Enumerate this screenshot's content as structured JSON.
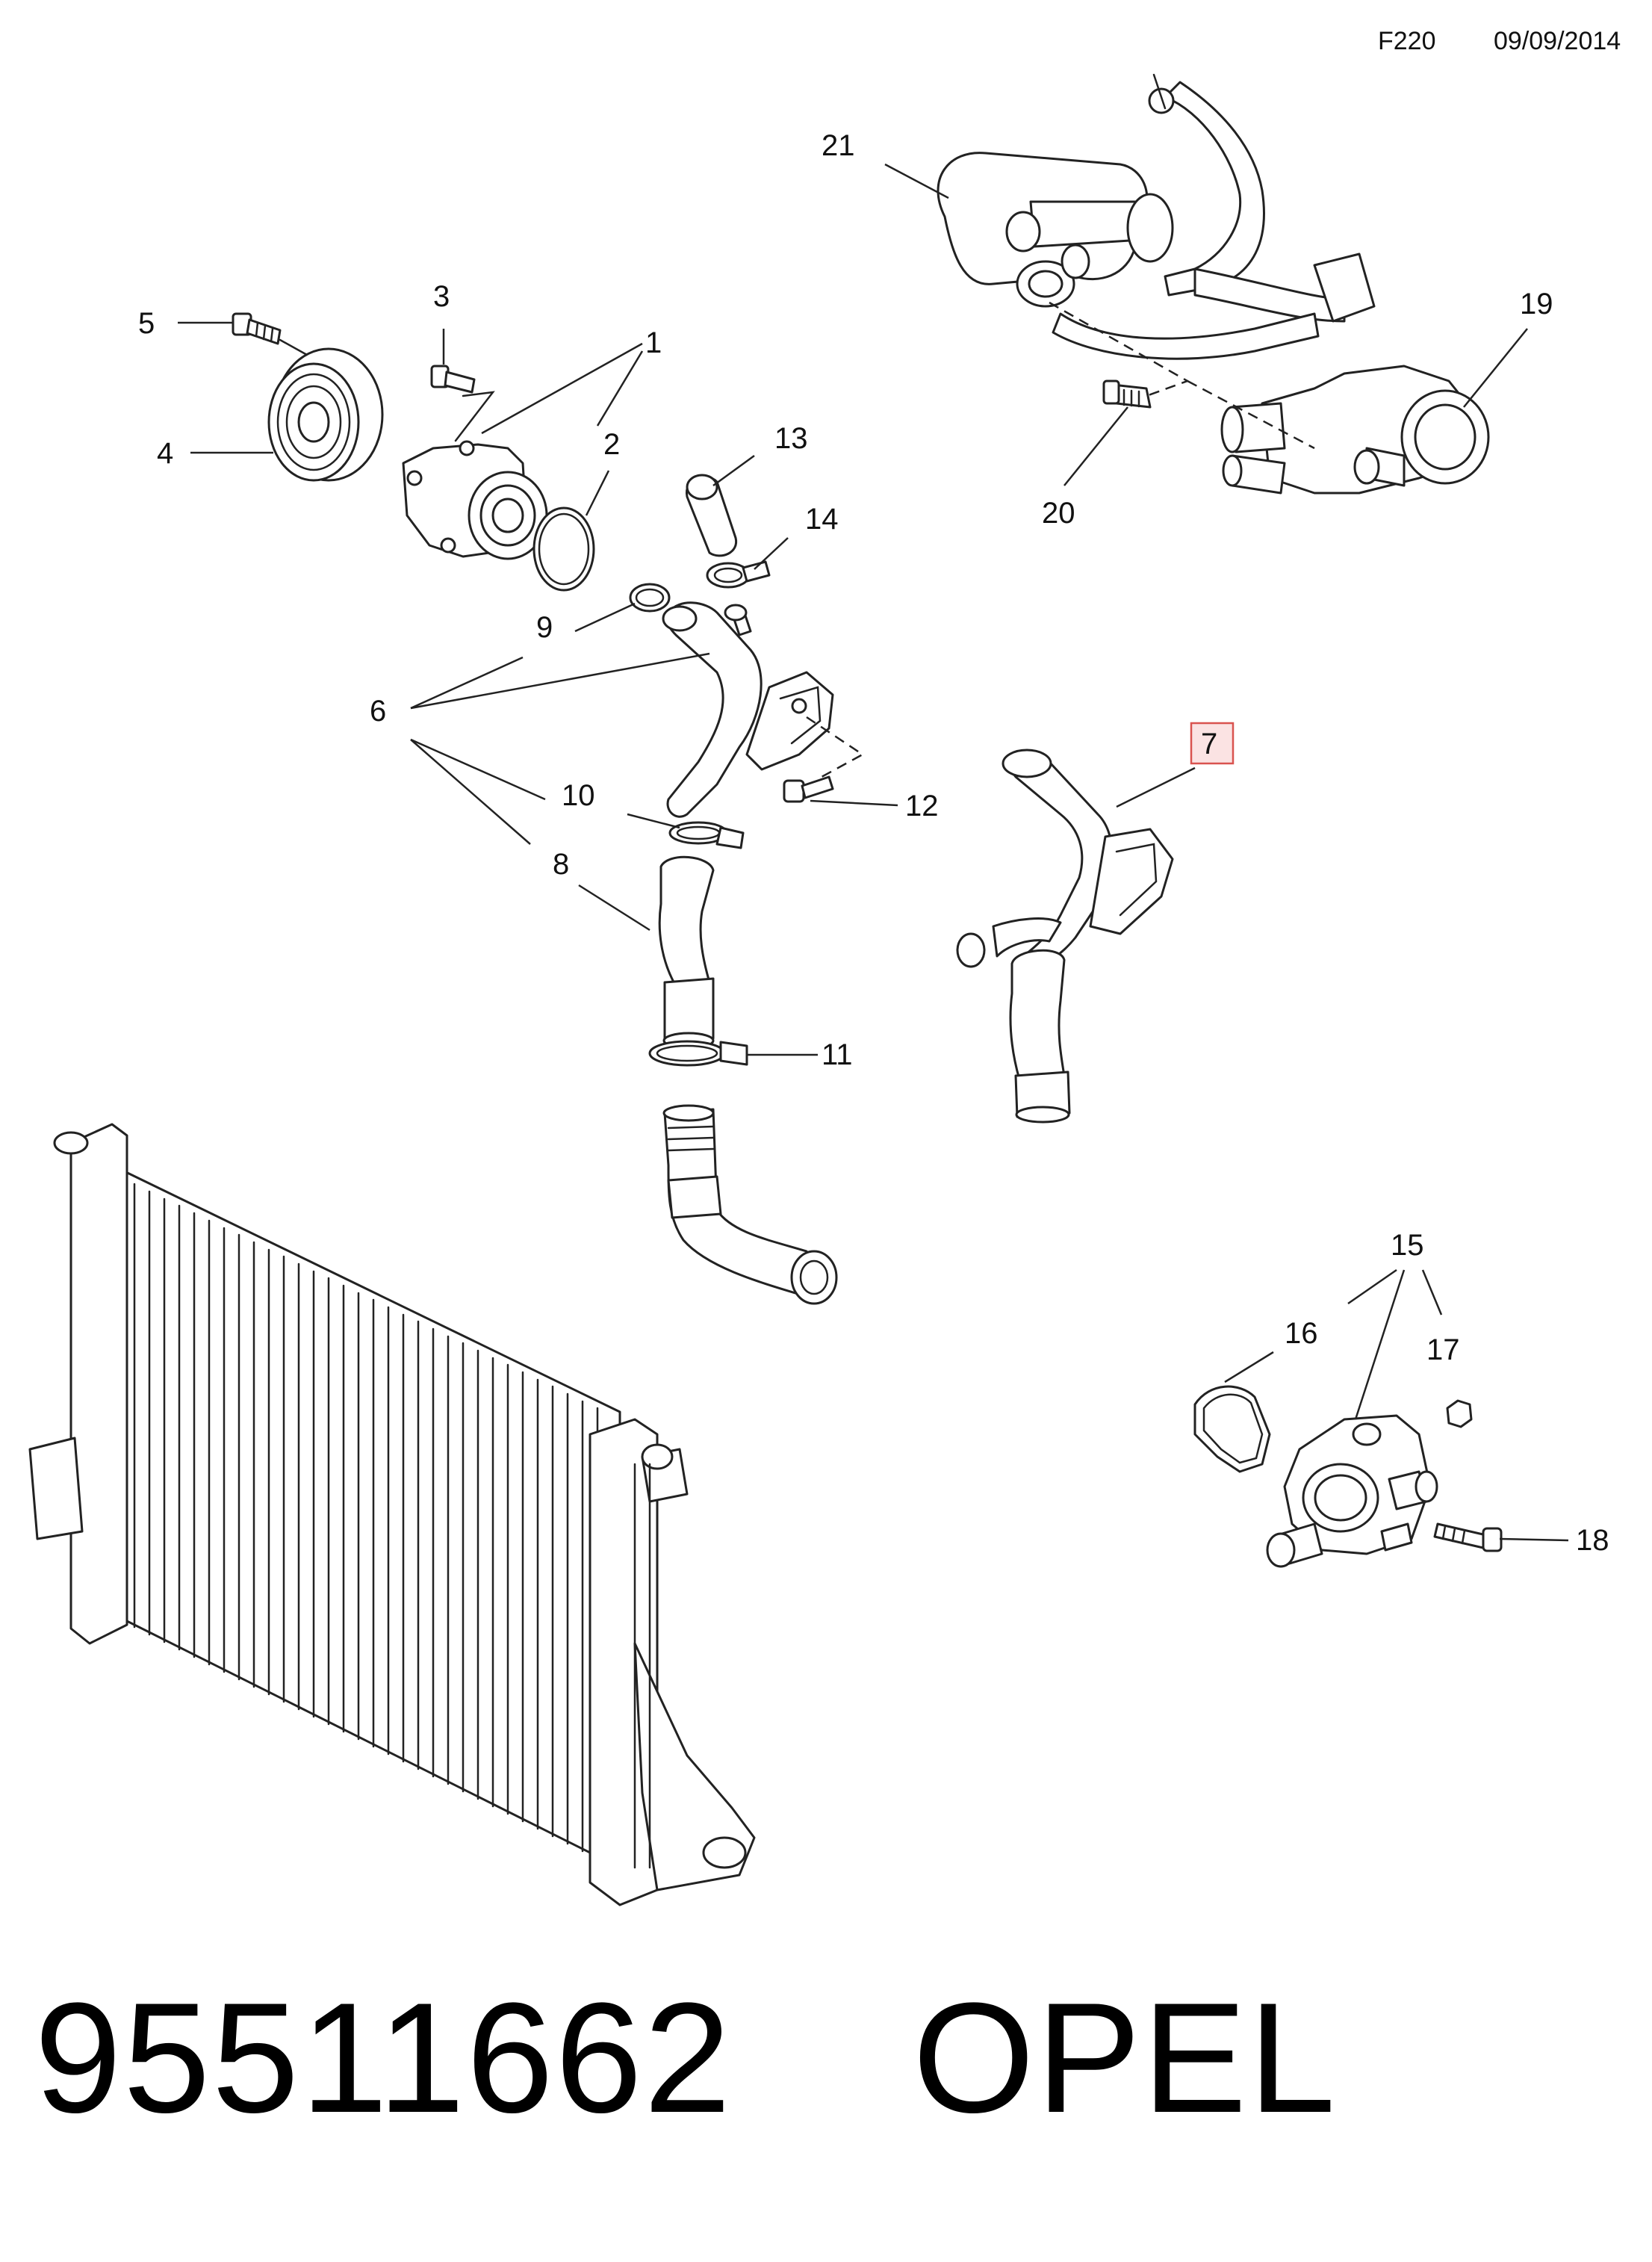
{
  "header": {
    "code": "F220",
    "date": "09/09/2014"
  },
  "callouts": {
    "c1": "1",
    "c2": "2",
    "c3": "3",
    "c4": "4",
    "c5": "5",
    "c6": "6",
    "c7": "7",
    "c8": "8",
    "c9": "9",
    "c10": "10",
    "c11": "11",
    "c12": "12",
    "c13": "13",
    "c14": "14",
    "c15": "15",
    "c16": "16",
    "c17": "17",
    "c18": "18",
    "c19": "19",
    "c20": "20",
    "c21": "21"
  },
  "highlight": {
    "callout": "7",
    "color": "#d9534f",
    "fill": "#fbe3e3"
  },
  "footer": {
    "part_number": "95511662",
    "brand": "OPEL"
  }
}
